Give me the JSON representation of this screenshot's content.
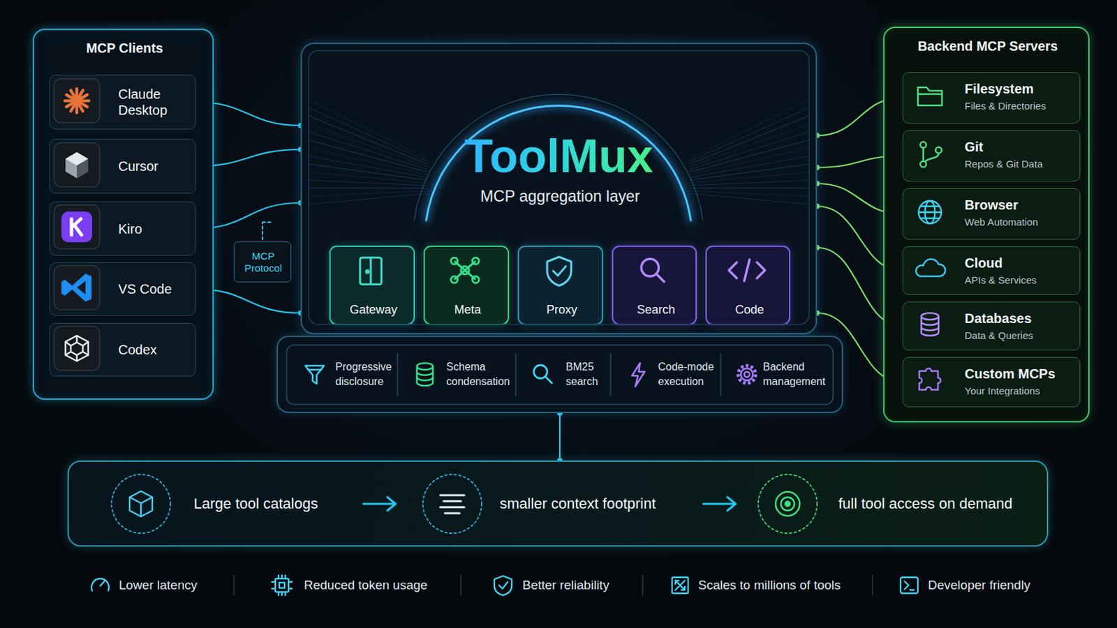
{
  "diagram": {
    "nodes": [
      {
        "text": [
          "MCP Clients"
        ]
      },
      {
        "text": [
          "Claude Desktop"
        ],
        "in": 0
      },
      {
        "text": [
          "Cursor"
        ],
        "in": 0
      },
      {
        "text": [
          "Kiro"
        ],
        "in": 0
      },
      {
        "text": [
          "VS Code"
        ],
        "in": 0
      },
      {
        "text": [
          "Codex"
        ],
        "in": 0
      },
      {
        "text": [
          "MCP Protocol"
        ]
      },
      {
        "text": [
          "ToolMux",
          "MCP aggregation layer"
        ]
      },
      {
        "text": [
          "Gateway"
        ],
        "in": 7
      },
      {
        "text": [
          "Meta"
        ],
        "in": 7
      },
      {
        "text": [
          "Proxy"
        ],
        "in": 7
      },
      {
        "text": [
          "Search"
        ],
        "in": 7
      },
      {
        "text": [
          "Code"
        ],
        "in": 7
      },
      {
        "text": [
          "Progressive disclosure",
          "Schema condensation",
          "BM25 search",
          "Code-mode execution",
          "Backend management"
        ]
      },
      {
        "text": [
          "Backend MCP Servers"
        ]
      },
      {
        "text": [
          "Filesystem",
          "Files & Directories"
        ],
        "in": 14
      },
      {
        "text": [
          "Git",
          "Repos & Git Data"
        ],
        "in": 14
      },
      {
        "text": [
          "Browser",
          "Web Automation"
        ],
        "in": 14
      },
      {
        "text": [
          "Cloud",
          "APIs & Services"
        ],
        "in": 14
      },
      {
        "text": [
          "Databases",
          "Data & Queries"
        ],
        "in": 14
      },
      {
        "text": [
          "Custom MCPs",
          "Your Integrations"
        ],
        "in": 14
      },
      {
        "text": [
          "Large tool catalogs",
          "smaller context footprint",
          "full tool access on demand"
        ]
      }
    ],
    "edges": [
      {
        "from": 1,
        "to": 7,
        "arrow": "none"
      },
      {
        "from": 2,
        "to": 7,
        "arrow": "none"
      },
      {
        "from": 3,
        "to": 7,
        "arrow": "none"
      },
      {
        "from": 4,
        "to": 7,
        "arrow": "none"
      },
      {
        "from": 7,
        "to": 15,
        "arrow": "none"
      },
      {
        "from": 7,
        "to": 16,
        "arrow": "none"
      },
      {
        "from": 7,
        "to": 17,
        "arrow": "none"
      },
      {
        "from": 7,
        "to": 18,
        "arrow": "none"
      },
      {
        "from": 7,
        "to": 19,
        "arrow": "none"
      },
      {
        "from": 7,
        "to": 20,
        "arrow": "none"
      },
      {
        "from": 13,
        "to": 21,
        "arrow": "none"
      }
    ],
    "labels": [
      "Lower latency",
      "Reduced token usage",
      "Better reliability",
      "Scales to millions of tools",
      "Developer friendly"
    ]
  }
}
